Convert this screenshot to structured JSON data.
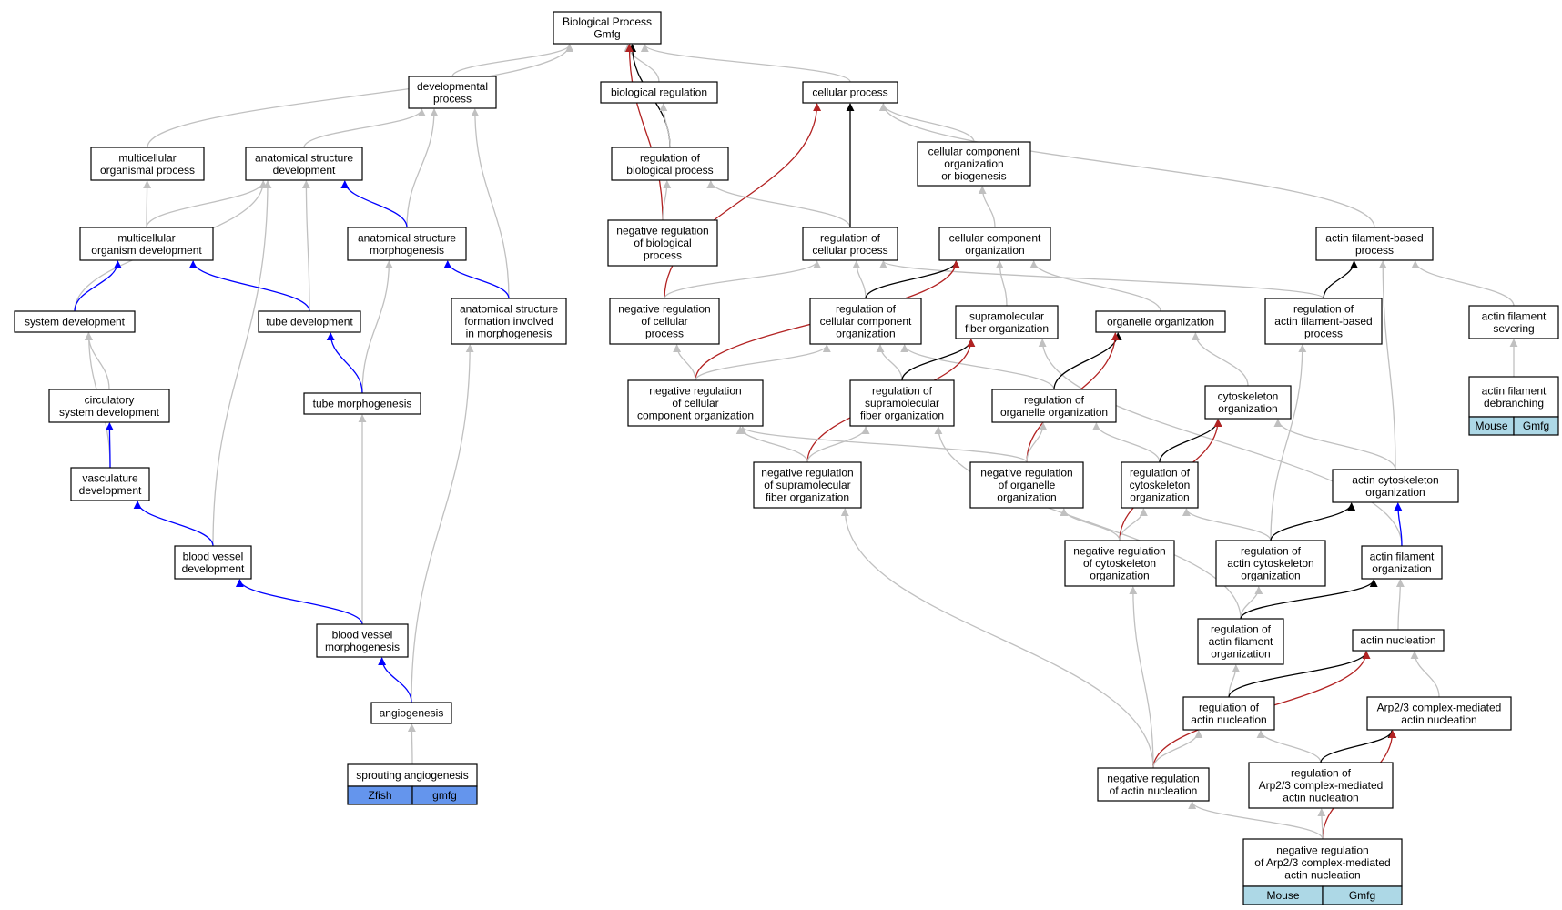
{
  "colors": {
    "gray": "#c0c0c0",
    "black": "#000000",
    "blue": "#0000ff",
    "red": "#b22222",
    "zfish": "#6495ed",
    "mouse": "#add8e6"
  },
  "nodes": [
    {
      "id": "bp",
      "lines": [
        "Biological Process",
        "Gmfg"
      ]
    },
    {
      "id": "devproc",
      "lines": [
        "developmental",
        "process"
      ]
    },
    {
      "id": "bioreg",
      "lines": [
        "biological regulation"
      ]
    },
    {
      "id": "cellproc",
      "lines": [
        "cellular process"
      ]
    },
    {
      "id": "multiorg",
      "lines": [
        "multicellular",
        "organismal process"
      ]
    },
    {
      "id": "asd",
      "lines": [
        "anatomical structure",
        "development"
      ]
    },
    {
      "id": "regbio",
      "lines": [
        "regulation of",
        "biological process"
      ]
    },
    {
      "id": "ccob",
      "lines": [
        "cellular component",
        "organization",
        "or biogenesis"
      ]
    },
    {
      "id": "mod",
      "lines": [
        "multicellular",
        "organism development"
      ]
    },
    {
      "id": "asm",
      "lines": [
        "anatomical structure",
        "morphogenesis"
      ]
    },
    {
      "id": "negbio",
      "lines": [
        "negative regulation",
        "of biological",
        "process"
      ]
    },
    {
      "id": "regcell",
      "lines": [
        "regulation of",
        "cellular process"
      ]
    },
    {
      "id": "cco",
      "lines": [
        "cellular component",
        "organization"
      ]
    },
    {
      "id": "afbp",
      "lines": [
        "actin filament-based",
        "process"
      ]
    },
    {
      "id": "sysdev",
      "lines": [
        "system development"
      ]
    },
    {
      "id": "tubedev",
      "lines": [
        "tube development"
      ]
    },
    {
      "id": "asfim",
      "lines": [
        "anatomical structure",
        "formation involved",
        "in morphogenesis"
      ]
    },
    {
      "id": "negcell",
      "lines": [
        "negative regulation",
        "of cellular",
        "process"
      ]
    },
    {
      "id": "regcco",
      "lines": [
        "regulation of",
        "cellular component",
        "organization"
      ]
    },
    {
      "id": "smfo",
      "lines": [
        "supramolecular",
        "fiber organization"
      ]
    },
    {
      "id": "orgorg",
      "lines": [
        "organelle organization"
      ]
    },
    {
      "id": "regafbp",
      "lines": [
        "regulation of",
        "actin filament-based",
        "process"
      ]
    },
    {
      "id": "afsev",
      "lines": [
        "actin filament",
        "severing"
      ]
    },
    {
      "id": "circ",
      "lines": [
        "circulatory",
        "system development"
      ]
    },
    {
      "id": "tubemorph",
      "lines": [
        "tube morphogenesis"
      ]
    },
    {
      "id": "negcco",
      "lines": [
        "negative regulation",
        "of cellular",
        "component organization"
      ]
    },
    {
      "id": "regsmfo",
      "lines": [
        "regulation of",
        "supramolecular",
        "fiber organization"
      ]
    },
    {
      "id": "regorg",
      "lines": [
        "regulation of",
        "organelle organization"
      ]
    },
    {
      "id": "cytoorg",
      "lines": [
        "cytoskeleton",
        "organization"
      ]
    },
    {
      "id": "afdeb",
      "lines": [
        "actin filament",
        "debranching"
      ],
      "labels": [
        "Mouse",
        "Gmfg"
      ],
      "label_color": "mouse"
    },
    {
      "id": "vasc",
      "lines": [
        "vasculature",
        "development"
      ]
    },
    {
      "id": "negsmfo",
      "lines": [
        "negative regulation",
        "of supramolecular",
        "fiber organization"
      ]
    },
    {
      "id": "negorg",
      "lines": [
        "negative regulation",
        "of organelle",
        "organization"
      ]
    },
    {
      "id": "regcyto",
      "lines": [
        "regulation of",
        "cytoskeleton",
        "organization"
      ]
    },
    {
      "id": "actcyto",
      "lines": [
        "actin cytoskeleton",
        "organization"
      ]
    },
    {
      "id": "bvdev",
      "lines": [
        "blood vessel",
        "development"
      ]
    },
    {
      "id": "negcyto",
      "lines": [
        "negative regulation",
        "of cytoskeleton",
        "organization"
      ]
    },
    {
      "id": "regactcyto",
      "lines": [
        "regulation of",
        "actin cytoskeleton",
        "organization"
      ]
    },
    {
      "id": "afo",
      "lines": [
        "actin filament",
        "organization"
      ]
    },
    {
      "id": "bvmorph",
      "lines": [
        "blood vessel",
        "morphogenesis"
      ]
    },
    {
      "id": "regafo",
      "lines": [
        "regulation of",
        "actin filament",
        "organization"
      ]
    },
    {
      "id": "actnuc",
      "lines": [
        "actin nucleation"
      ]
    },
    {
      "id": "angio",
      "lines": [
        "angiogenesis"
      ]
    },
    {
      "id": "regactnuc",
      "lines": [
        "regulation of",
        "actin nucleation"
      ]
    },
    {
      "id": "arp",
      "lines": [
        "Arp2/3 complex-mediated",
        "actin nucleation"
      ]
    },
    {
      "id": "sprout",
      "lines": [
        "sprouting angiogenesis"
      ],
      "labels": [
        "Zfish",
        "gmfg"
      ],
      "label_color": "zfish"
    },
    {
      "id": "negactnuc",
      "lines": [
        "negative regulation",
        "of actin nucleation"
      ]
    },
    {
      "id": "regarp",
      "lines": [
        "regulation of",
        "Arp2/3 complex-mediated",
        "actin nucleation"
      ]
    },
    {
      "id": "negarp",
      "lines": [
        "negative regulation",
        "of Arp2/3 complex-mediated",
        "actin nucleation"
      ],
      "labels": [
        "Mouse",
        "Gmfg"
      ],
      "label_color": "mouse"
    }
  ],
  "edges": [
    {
      "from": "devproc",
      "to": "bp",
      "color": "gray"
    },
    {
      "from": "bioreg",
      "to": "bp",
      "color": "gray"
    },
    {
      "from": "cellproc",
      "to": "bp",
      "color": "gray"
    },
    {
      "from": "multiorg",
      "to": "bp",
      "color": "gray"
    },
    {
      "from": "regbio",
      "to": "bp",
      "color": "black"
    },
    {
      "from": "negbio",
      "to": "bp",
      "color": "red"
    },
    {
      "from": "asd",
      "to": "devproc",
      "color": "gray"
    },
    {
      "from": "asm",
      "to": "devproc",
      "color": "gray"
    },
    {
      "from": "asfim",
      "to": "devproc",
      "color": "gray"
    },
    {
      "from": "regbio",
      "to": "bioreg",
      "color": "gray"
    },
    {
      "from": "negbio",
      "to": "regbio",
      "color": "gray"
    },
    {
      "from": "regcell",
      "to": "regbio",
      "color": "gray"
    },
    {
      "from": "regcell",
      "to": "cellproc",
      "color": "black"
    },
    {
      "from": "ccob",
      "to": "cellproc",
      "color": "gray"
    },
    {
      "from": "afbp",
      "to": "cellproc",
      "color": "gray"
    },
    {
      "from": "negcell",
      "to": "cellproc",
      "color": "red"
    },
    {
      "from": "mod",
      "to": "multiorg",
      "color": "gray"
    },
    {
      "from": "mod",
      "to": "asd",
      "color": "gray"
    },
    {
      "from": "asm",
      "to": "asd",
      "color": "blue"
    },
    {
      "from": "tubedev",
      "to": "asd",
      "color": "gray"
    },
    {
      "from": "sysdev",
      "to": "asd",
      "color": "gray"
    },
    {
      "from": "bvdev",
      "to": "asd",
      "color": "gray"
    },
    {
      "from": "sysdev",
      "to": "mod",
      "color": "blue"
    },
    {
      "from": "tubedev",
      "to": "mod",
      "color": "blue"
    },
    {
      "from": "asfim",
      "to": "asm",
      "color": "blue"
    },
    {
      "from": "tubemorph",
      "to": "asm",
      "color": "gray"
    },
    {
      "from": "cco",
      "to": "ccob",
      "color": "gray"
    },
    {
      "from": "negcell",
      "to": "regcell",
      "color": "gray"
    },
    {
      "from": "regcco",
      "to": "regcell",
      "color": "gray"
    },
    {
      "from": "regafbp",
      "to": "regcell",
      "color": "gray"
    },
    {
      "from": "regcco",
      "to": "cco",
      "color": "black"
    },
    {
      "from": "negcco",
      "to": "cco",
      "color": "red"
    },
    {
      "from": "smfo",
      "to": "cco",
      "color": "gray"
    },
    {
      "from": "orgorg",
      "to": "cco",
      "color": "gray"
    },
    {
      "from": "regafbp",
      "to": "afbp",
      "color": "black"
    },
    {
      "from": "afsev",
      "to": "afbp",
      "color": "gray"
    },
    {
      "from": "actcyto",
      "to": "afbp",
      "color": "gray"
    },
    {
      "from": "circ",
      "to": "sysdev",
      "color": "gray"
    },
    {
      "from": "vasc",
      "to": "sysdev",
      "color": "gray"
    },
    {
      "from": "tubemorph",
      "to": "tubedev",
      "color": "blue"
    },
    {
      "from": "angio",
      "to": "asfim",
      "color": "gray"
    },
    {
      "from": "negcco",
      "to": "negcell",
      "color": "gray"
    },
    {
      "from": "negcco",
      "to": "regcco",
      "color": "gray"
    },
    {
      "from": "regsmfo",
      "to": "regcco",
      "color": "gray"
    },
    {
      "from": "regorg",
      "to": "regcco",
      "color": "gray"
    },
    {
      "from": "regsmfo",
      "to": "smfo",
      "color": "black"
    },
    {
      "from": "negsmfo",
      "to": "smfo",
      "color": "red"
    },
    {
      "from": "afo",
      "to": "smfo",
      "color": "gray"
    },
    {
      "from": "regorg",
      "to": "orgorg",
      "color": "black"
    },
    {
      "from": "negorg",
      "to": "orgorg",
      "color": "red"
    },
    {
      "from": "cytoorg",
      "to": "orgorg",
      "color": "gray"
    },
    {
      "from": "regactcyto",
      "to": "regafbp",
      "color": "gray"
    },
    {
      "from": "afdeb",
      "to": "afsev",
      "color": "gray"
    },
    {
      "from": "vasc",
      "to": "circ",
      "color": "blue"
    },
    {
      "from": "bvmorph",
      "to": "tubemorph",
      "color": "gray"
    },
    {
      "from": "negsmfo",
      "to": "negcco",
      "color": "gray"
    },
    {
      "from": "negorg",
      "to": "negcco",
      "color": "gray"
    },
    {
      "from": "negsmfo",
      "to": "regsmfo",
      "color": "gray"
    },
    {
      "from": "regafo",
      "to": "regsmfo",
      "color": "gray"
    },
    {
      "from": "negorg",
      "to": "regorg",
      "color": "gray"
    },
    {
      "from": "regcyto",
      "to": "regorg",
      "color": "gray"
    },
    {
      "from": "regcyto",
      "to": "cytoorg",
      "color": "black"
    },
    {
      "from": "negcyto",
      "to": "cytoorg",
      "color": "red"
    },
    {
      "from": "actcyto",
      "to": "cytoorg",
      "color": "gray"
    },
    {
      "from": "bvdev",
      "to": "vasc",
      "color": "blue"
    },
    {
      "from": "negactnuc",
      "to": "negsmfo",
      "color": "gray"
    },
    {
      "from": "negcyto",
      "to": "negorg",
      "color": "gray"
    },
    {
      "from": "negcyto",
      "to": "regcyto",
      "color": "gray"
    },
    {
      "from": "regactcyto",
      "to": "regcyto",
      "color": "gray"
    },
    {
      "from": "regactcyto",
      "to": "actcyto",
      "color": "black"
    },
    {
      "from": "afo",
      "to": "actcyto",
      "color": "blue"
    },
    {
      "from": "bvmorph",
      "to": "bvdev",
      "color": "blue"
    },
    {
      "from": "negactnuc",
      "to": "negcyto",
      "color": "gray"
    },
    {
      "from": "regafo",
      "to": "regactcyto",
      "color": "gray"
    },
    {
      "from": "regafo",
      "to": "afo",
      "color": "black"
    },
    {
      "from": "actnuc",
      "to": "afo",
      "color": "gray"
    },
    {
      "from": "angio",
      "to": "bvmorph",
      "color": "blue"
    },
    {
      "from": "regactnuc",
      "to": "regafo",
      "color": "gray"
    },
    {
      "from": "regactnuc",
      "to": "actnuc",
      "color": "black"
    },
    {
      "from": "negactnuc",
      "to": "actnuc",
      "color": "red"
    },
    {
      "from": "arp",
      "to": "actnuc",
      "color": "gray"
    },
    {
      "from": "sprout",
      "to": "angio",
      "color": "gray"
    },
    {
      "from": "negactnuc",
      "to": "regactnuc",
      "color": "gray"
    },
    {
      "from": "regarp",
      "to": "regactnuc",
      "color": "gray"
    },
    {
      "from": "regarp",
      "to": "arp",
      "color": "black"
    },
    {
      "from": "negarp",
      "to": "arp",
      "color": "red"
    },
    {
      "from": "negarp",
      "to": "negactnuc",
      "color": "gray"
    },
    {
      "from": "negarp",
      "to": "regarp",
      "color": "gray"
    }
  ]
}
